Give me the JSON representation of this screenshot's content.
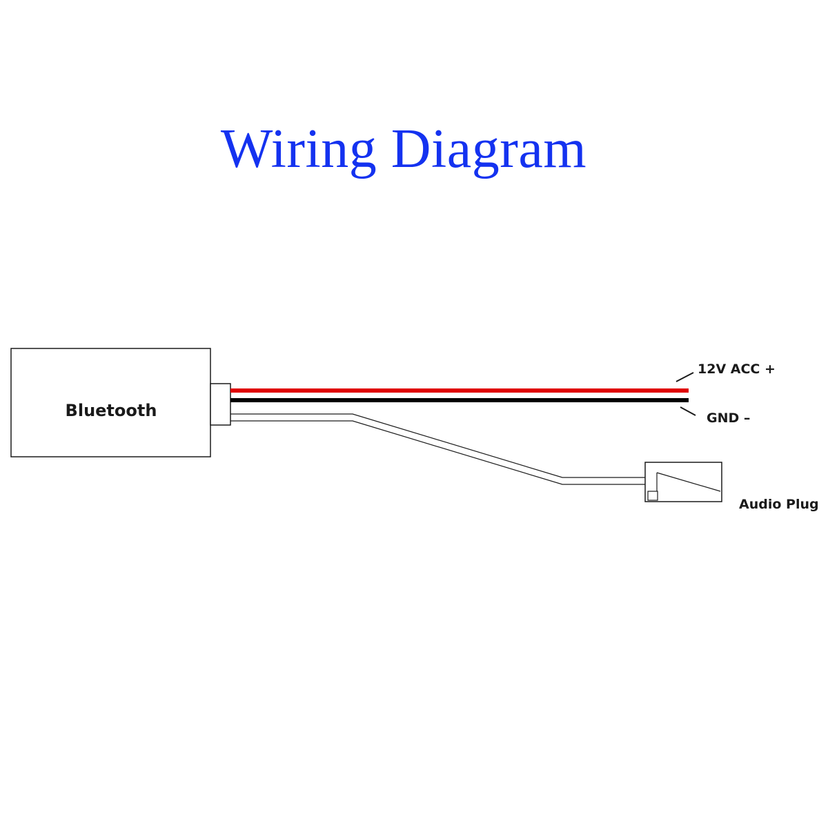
{
  "title": "Wiring Diagram",
  "colors": {
    "title": "#1432f0",
    "red_wire": "#e00000",
    "black_wire": "#000000",
    "outline": "#1a1a1a"
  },
  "module": {
    "label": "Bluetooth"
  },
  "wires": [
    {
      "label": "12V ACC +",
      "color": "red"
    },
    {
      "label": "GND –",
      "color": "black"
    },
    {
      "label": "Audio Plug",
      "color": "white"
    }
  ]
}
